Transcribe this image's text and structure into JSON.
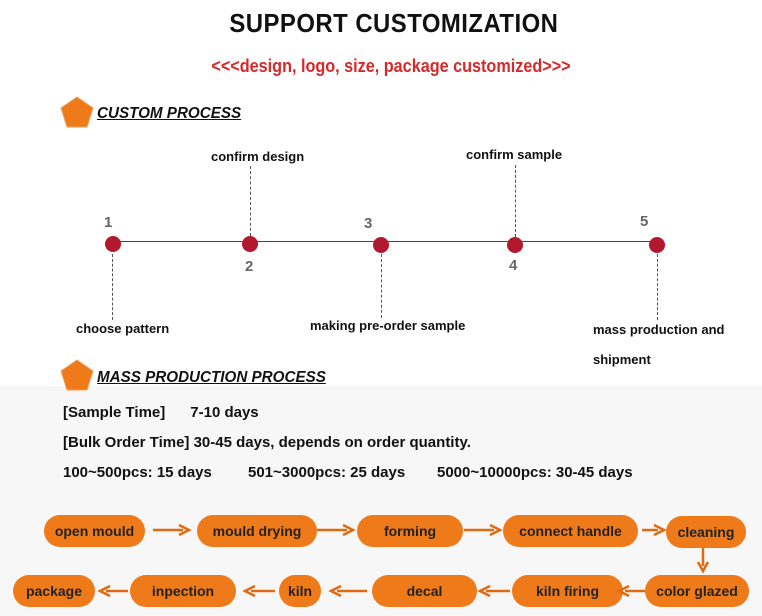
{
  "title": "SUPPORT CUSTOMIZATION",
  "subtitle": "<<<design, logo, size, package customized>>>",
  "accent_color": "#ee7a1a",
  "custom_process": {
    "heading": "CUSTOM PROCESS",
    "steps": [
      {
        "number": "1",
        "label": "choose pattern"
      },
      {
        "number": "2",
        "label": "confirm design"
      },
      {
        "number": "3",
        "label": "making pre-order sample"
      },
      {
        "number": "4",
        "label": "confirm sample"
      },
      {
        "number": "5",
        "label_line1": "mass production and",
        "label_line2": "shipment"
      }
    ]
  },
  "mass_production": {
    "heading": "MASS PRODUCTION PROCESS",
    "sample_time": "[Sample Time]      7-10 days",
    "bulk_order_time": "[Bulk Order Time] 30-45 days, depends on order quantity.",
    "quantity_tiers": [
      "100~500pcs: 15 days",
      "501~3000pcs: 25 days",
      "5000~10000pcs: 30-45 days"
    ]
  },
  "flow_steps": [
    "open mould",
    "mould drying",
    "forming",
    "connect handle",
    "cleaning",
    "color glazed",
    "kiln firing",
    "decal",
    "kiln",
    "inpection",
    "package"
  ]
}
